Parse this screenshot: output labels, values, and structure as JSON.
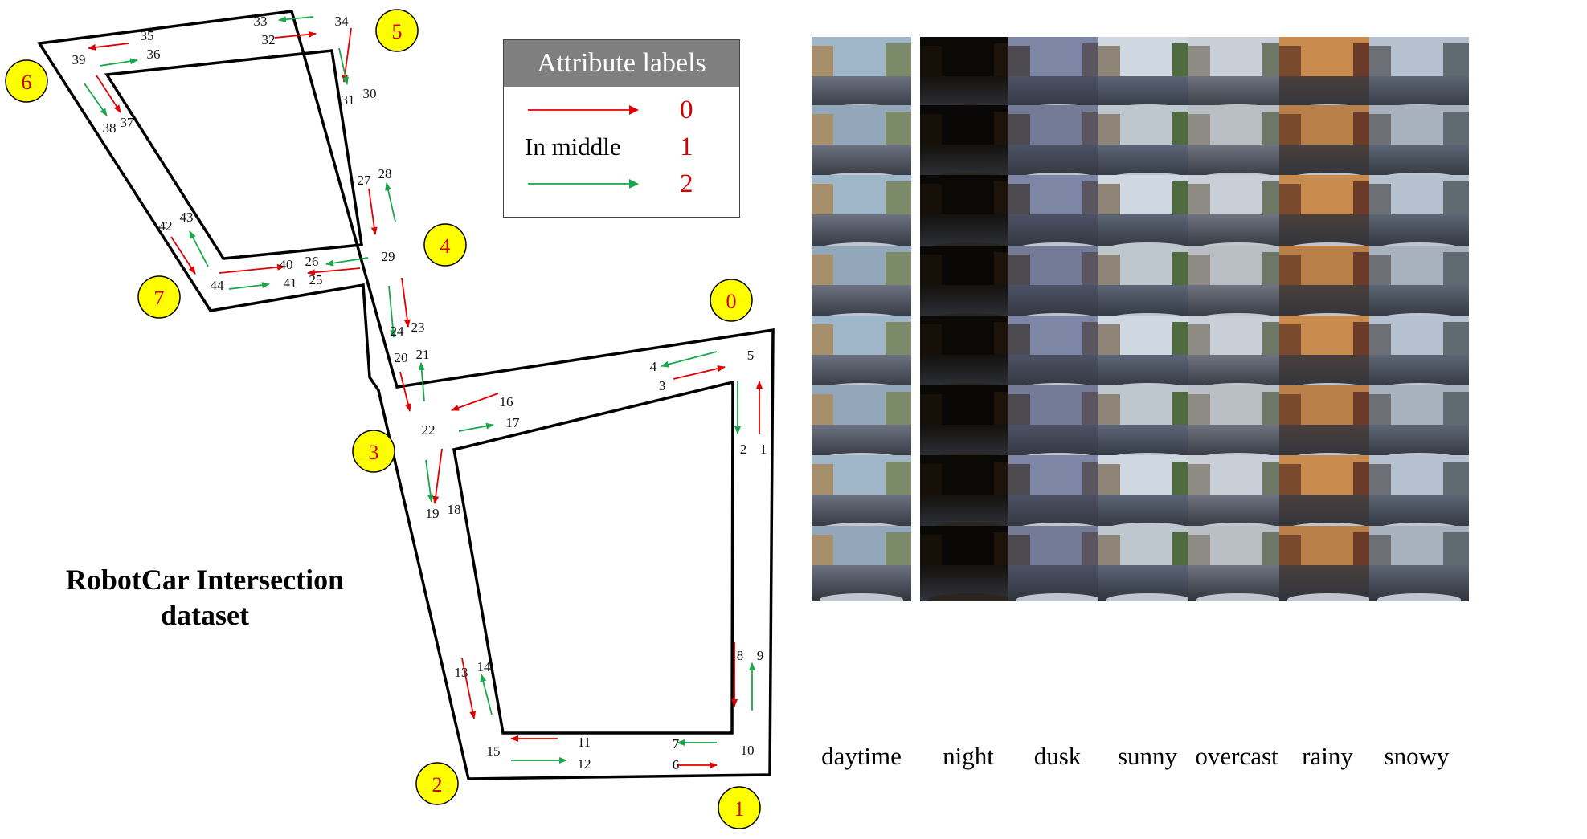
{
  "title": "RobotCar Intersection dataset",
  "legend": {
    "header": "Attribute labels",
    "rows": [
      {
        "arrow_color": "#e00000",
        "text": "",
        "value": "0"
      },
      {
        "arrow_color": "",
        "text": "In middle",
        "value": "1"
      },
      {
        "arrow_color": "#1aa64a",
        "text": "",
        "value": "2"
      }
    ]
  },
  "intersections": [
    "0",
    "1",
    "2",
    "3",
    "4",
    "5",
    "6",
    "7"
  ],
  "route_labels": [
    "1",
    "2",
    "3",
    "4",
    "5",
    "6",
    "7",
    "8",
    "9",
    "10",
    "11",
    "12",
    "13",
    "14",
    "15",
    "16",
    "17",
    "18",
    "19",
    "20",
    "21",
    "22",
    "23",
    "24",
    "25",
    "26",
    "27",
    "28",
    "29",
    "30",
    "31",
    "32",
    "33",
    "34",
    "35",
    "36",
    "37",
    "38",
    "39",
    "40",
    "41",
    "42",
    "43",
    "44"
  ],
  "conditions": [
    "daytime",
    "night",
    "dusk",
    "sunny",
    "overcast",
    "rainy",
    "snowy"
  ],
  "colors": {
    "arrow_red": "#e00000",
    "arrow_green": "#1aa64a",
    "intersection_fill": "#ffff00",
    "intersection_text": "#d40000"
  }
}
